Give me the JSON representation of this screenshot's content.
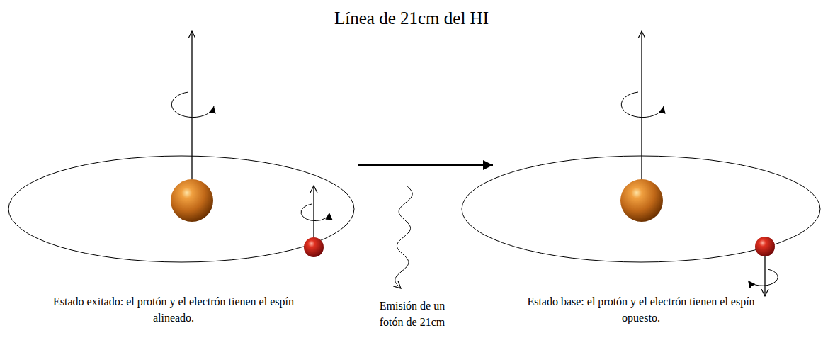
{
  "diagram": {
    "title": "Línea de 21cm del HI",
    "labels": [
      "Estado exitado: el protón y el electrón tienen el espín alineado.",
      "Emisión de un fotón de 21cm",
      "Estado base: el protón y el electrón tienen el espín opuesto."
    ]
  }
}
